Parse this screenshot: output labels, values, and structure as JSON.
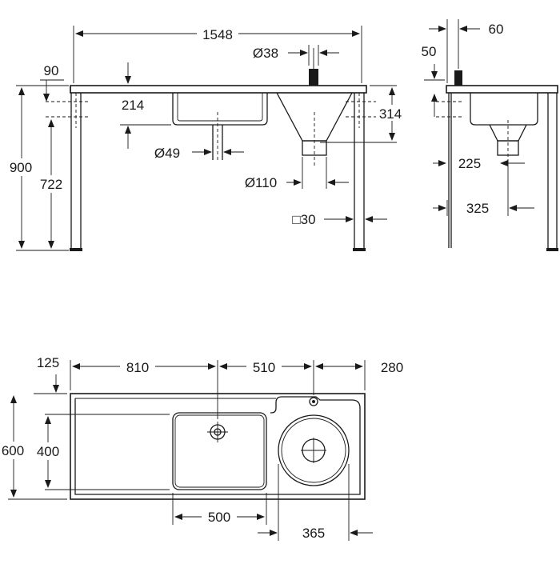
{
  "drawing": {
    "front_view": {
      "width_overall": "1548",
      "tap_hole_dia": "Ø38",
      "tap_offset": "90",
      "bowl_depth": "214",
      "drain_dia": "Ø49",
      "overall_height": "900",
      "leg_height": "722",
      "hopper_depth": "314",
      "hopper_outlet_dia": "Ø110",
      "leg_section": "□30"
    },
    "side_view": {
      "tap_setback": "60",
      "tap_height": "50",
      "bowl_depth": "225",
      "bowl_width": "325"
    },
    "plan_view": {
      "left_margin": "125",
      "bowl_center": "810",
      "hopper_center": "510",
      "right_margin": "280",
      "overall_depth": "600",
      "bowl_length": "400",
      "bowl_width": "500",
      "hopper_dia": "365"
    }
  }
}
